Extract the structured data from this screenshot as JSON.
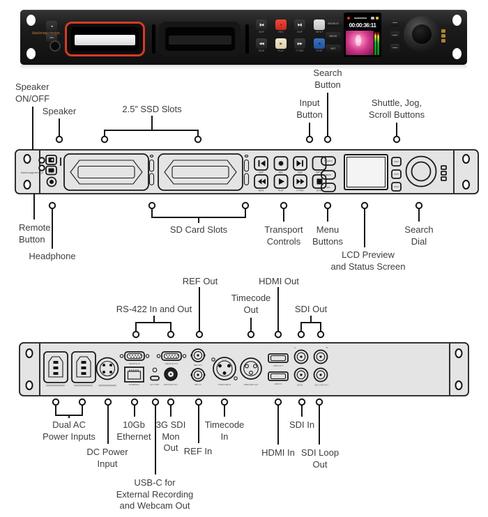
{
  "brand": "blackmagicdesign",
  "photo": {
    "lcd_timecode": "00:00:36:11",
    "transport_labels": [
      "SKIP",
      "REC",
      "SKIP",
      "INPUT",
      "REW",
      "PLAY",
      "F FWD",
      "STOP"
    ],
    "menu_labels": [
      "SEARCH",
      "MENU",
      "SET"
    ],
    "transport_glyphs": [
      "▮◀",
      "●",
      "▶▮",
      "",
      "◀◀",
      "▶",
      "▶▶",
      "■"
    ]
  },
  "front_callouts": [
    {
      "id": "speaker-on-off",
      "text": "Speaker\nON/OFF"
    },
    {
      "id": "speaker",
      "text": "Speaker"
    },
    {
      "id": "ssd-slots",
      "text": "2.5” SSD Slots"
    },
    {
      "id": "search-button",
      "text": "Search\nButton"
    },
    {
      "id": "input-button",
      "text": "Input\nButton"
    },
    {
      "id": "shuttle-jog-scroll",
      "text": "Shuttle, Jog,\nScroll Buttons"
    },
    {
      "id": "remote-button",
      "text": "Remote\nButton"
    },
    {
      "id": "headphone",
      "text": "Headphone"
    },
    {
      "id": "sd-card-slots",
      "text": "SD Card Slots"
    },
    {
      "id": "transport-controls",
      "text": "Transport\nControls"
    },
    {
      "id": "menu-buttons",
      "text": "Menu\nButtons"
    },
    {
      "id": "lcd-preview",
      "text": "LCD Preview\nand Status Screen"
    },
    {
      "id": "search-dial",
      "text": "Search\nDial"
    }
  ],
  "rear_callouts": [
    {
      "id": "ref-out",
      "text": "REF Out"
    },
    {
      "id": "hdmi-out",
      "text": "HDMI Out"
    },
    {
      "id": "timecode-out",
      "text": "Timecode\nOut"
    },
    {
      "id": "rs422",
      "text": "RS-422 In and Out"
    },
    {
      "id": "sdi-out",
      "text": "SDI Out"
    },
    {
      "id": "dual-ac",
      "text": "Dual AC\nPower Inputs"
    },
    {
      "id": "dc-power",
      "text": "DC Power\nInput"
    },
    {
      "id": "ethernet",
      "text": "10Gb\nEthernet"
    },
    {
      "id": "sdi-mon",
      "text": "3G SDI\nMon\nOut"
    },
    {
      "id": "usb-c",
      "text": "USB-C for\nExternal Recording\nand Webcam Out"
    },
    {
      "id": "ref-in",
      "text": "REF In"
    },
    {
      "id": "timecode-in",
      "text": "Timecode\nIn"
    },
    {
      "id": "hdmi-in",
      "text": "HDMI In"
    },
    {
      "id": "sdi-in",
      "text": "SDI In"
    },
    {
      "id": "sdi-loop-out",
      "text": "SDI Loop\nOut"
    }
  ],
  "rear_connector_labels": {
    "remote_in": "REMOTE IN",
    "remote_out": "REMOTE OUT",
    "ethernet": "ETHERNET",
    "ext_disk": "EXT DISK",
    "monitor_out": "MONITOR OUT",
    "ref_out": "REF OUT",
    "ref_in": "REF IN",
    "timecode_in": "TIMECODE IN",
    "timecode_out": "TIMECODE OUT",
    "hdmi_out": "HDMI OUT",
    "hdmi_in": "HDMI IN",
    "sdi_in": "SDI IN",
    "sdi_loop_out": "SDI LOOP OUT",
    "push": "PUSH",
    "sdi_a": "A",
    "sdi_b": "B"
  },
  "colors": {
    "highlight_ring": "#d63a26",
    "rec_red": "#e0392c",
    "stop_blue": "#2f63ad",
    "play_cream": "#eae1c3",
    "meter_green": "#1fa32a",
    "logo_orange": "#c87a28"
  }
}
